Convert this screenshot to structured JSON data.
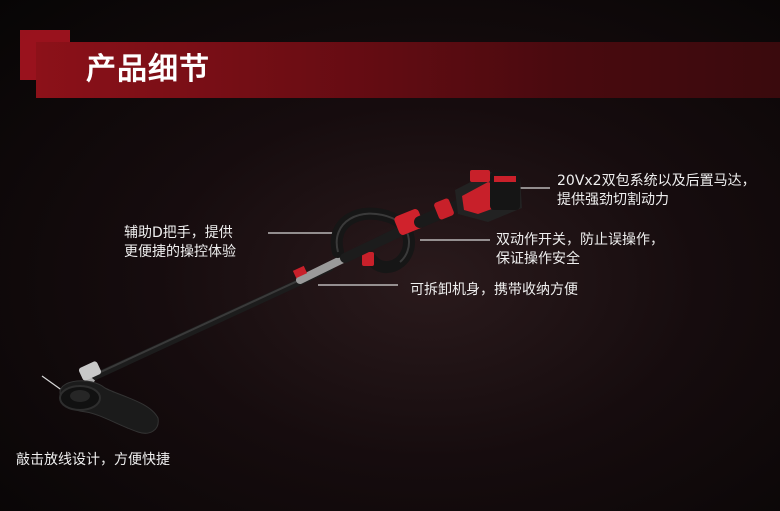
{
  "header": {
    "title": "产品细节"
  },
  "callouts": {
    "battery": {
      "line1": "20Vx2双包系统以及后置马达，",
      "line2": "提供强劲切割动力"
    },
    "handle": {
      "line1": "辅助D把手，提供",
      "line2": "更便捷的操控体验"
    },
    "switch": {
      "line1": "双动作开关，防止误操作，",
      "line2": "保证操作安全"
    },
    "detach": {
      "line1": "可拆卸机身，携带收纳方便"
    },
    "head": {
      "line1": "敲击放线设计，方便快捷"
    }
  }
}
